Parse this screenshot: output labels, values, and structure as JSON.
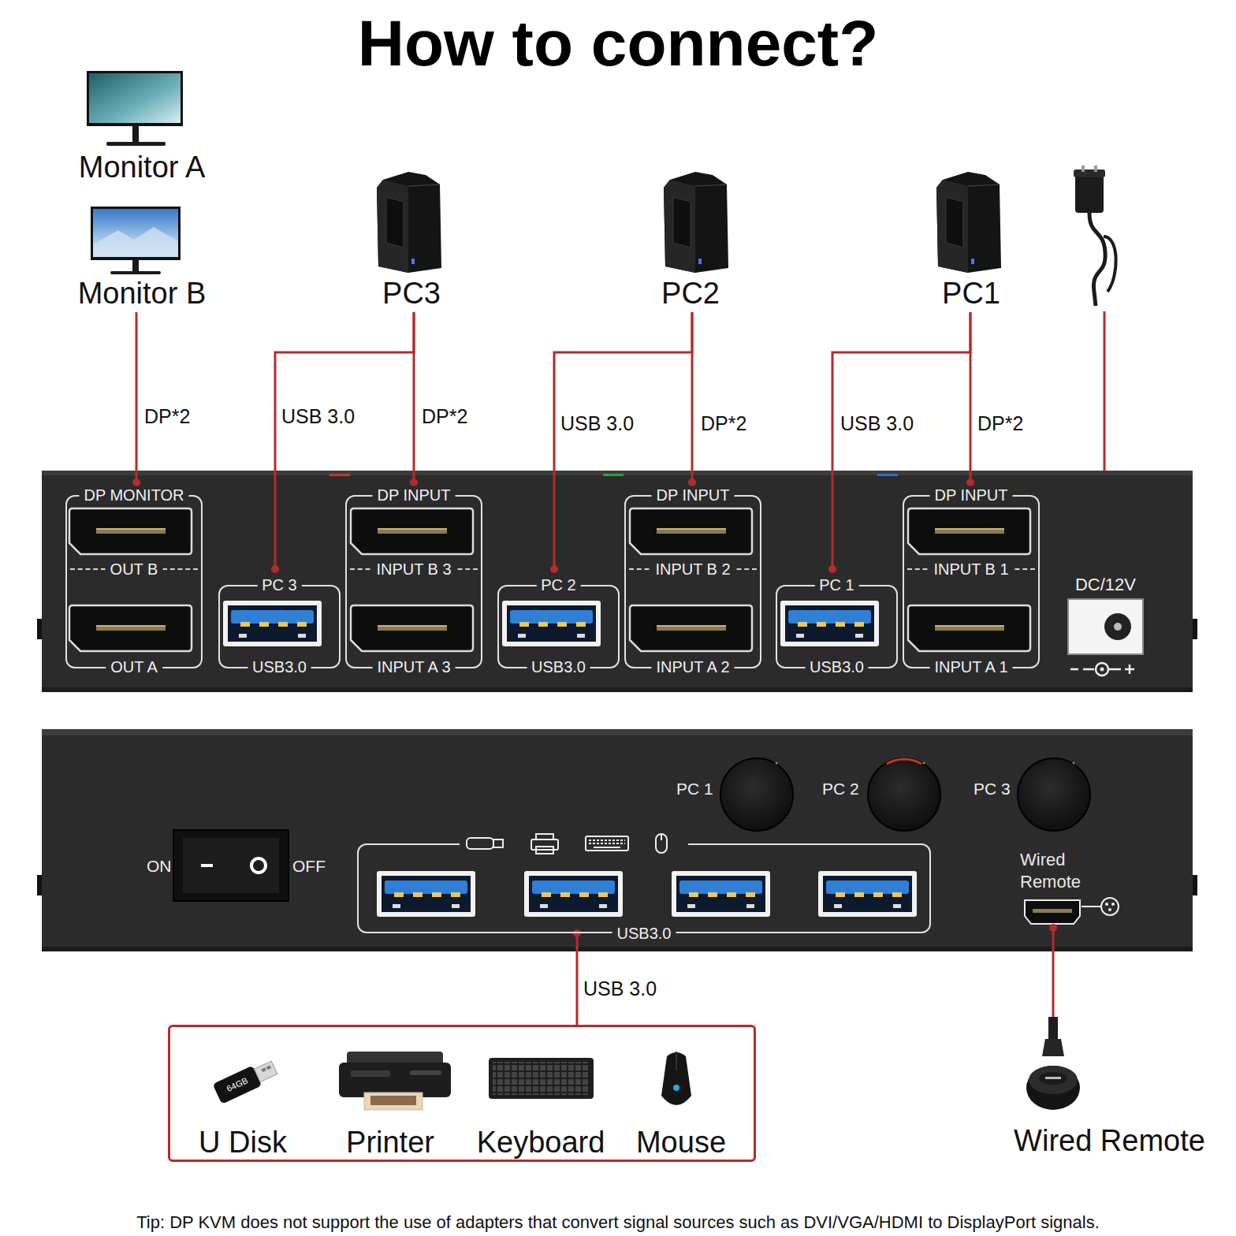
{
  "diagram": {
    "title": "How to connect?",
    "caption": "Tip: DP KVM does not support the use of adapters that convert signal sources such as DVI/VGA/HDMI to DisplayPort signals.",
    "nodes": [
      {
        "text": [
          "Monitor A"
        ]
      },
      {
        "text": [
          "Monitor B"
        ]
      },
      {
        "text": [
          "PC3"
        ]
      },
      {
        "text": [
          "PC2"
        ]
      },
      {
        "text": [
          "PC1"
        ]
      },
      {
        "text": [
          "DP MONITOR",
          "OUT B",
          "OUT A"
        ]
      },
      {
        "text": [
          "PC 3",
          "USB3.0"
        ]
      },
      {
        "text": [
          "DP INPUT",
          "INPUT B 3",
          "INPUT A 3"
        ]
      },
      {
        "text": [
          "PC 2",
          "USB3.0"
        ]
      },
      {
        "text": [
          "DP INPUT",
          "INPUT B 2",
          "INPUT A 2"
        ]
      },
      {
        "text": [
          "PC 1",
          "USB3.0"
        ]
      },
      {
        "text": [
          "DP INPUT",
          "INPUT B 1",
          "INPUT A 1"
        ]
      },
      {
        "text": [
          "DC/12V"
        ]
      },
      {
        "text": [
          "USB3.0"
        ]
      },
      {
        "text": [
          "Wired Remote"
        ]
      },
      {
        "text": [
          "U Disk",
          "Printer",
          "Keyboard",
          "Mouse"
        ]
      },
      {
        "text": [
          "Wired Remote"
        ]
      }
    ],
    "edges": [
      {
        "from": 1,
        "to": 5,
        "label": "DP*2",
        "arrow": "none"
      },
      {
        "from": 2,
        "to": 6,
        "label": "USB 3.0",
        "arrow": "none"
      },
      {
        "from": 2,
        "to": 7,
        "label": "DP*2",
        "arrow": "none"
      },
      {
        "from": 3,
        "to": 8,
        "label": "USB 3.0",
        "arrow": "none"
      },
      {
        "from": 3,
        "to": 9,
        "label": "DP*2",
        "arrow": "none"
      },
      {
        "from": 4,
        "to": 10,
        "label": "USB 3.0",
        "arrow": "none"
      },
      {
        "from": 4,
        "to": 11,
        "label": "DP*2",
        "arrow": "none"
      },
      {
        "from": 13,
        "to": 15,
        "label": "USB 3.0",
        "arrow": "none"
      },
      {
        "from": 14,
        "to": 16,
        "arrow": "none"
      }
    ],
    "labels": [
      "ON",
      "OFF",
      "PC 1",
      "PC 2",
      "PC 3",
      "64GB"
    ]
  }
}
